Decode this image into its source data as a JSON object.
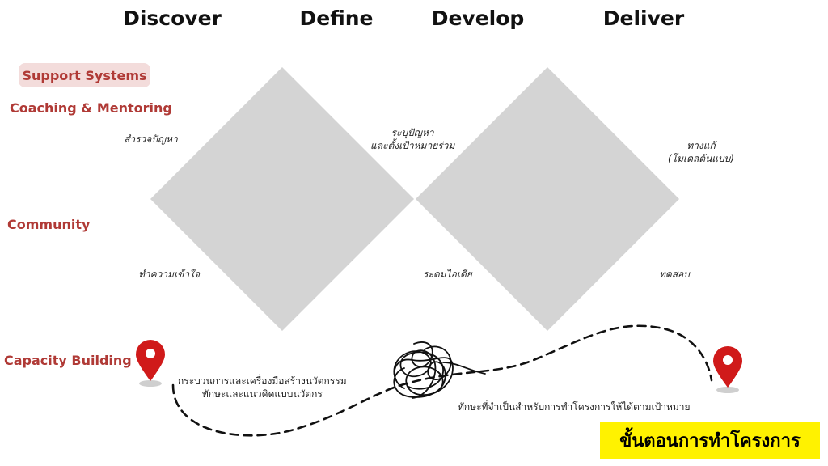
{
  "phases": [
    "Discover",
    "Define",
    "Develop",
    "Deliver"
  ],
  "support": {
    "badge": "Support Systems",
    "items": [
      "Coaching & Mentoring",
      "Community",
      "Capacity Building"
    ]
  },
  "notes": {
    "survey": "สำรวจปัญหา",
    "understand": "ทำความเข้าใจ",
    "define_line1": "ระบุปัญหา",
    "define_line2": "และตั้งเป้าหมายร่วม",
    "ideate": "ระดมไอเดีย",
    "solution_line1": "ทางแก้",
    "solution_line2": "(โมเดลต้นแบบ)",
    "test": "ทดสอบ"
  },
  "captions": {
    "process_line1": "กระบวนการและเครื่องมือสร้างนวัตกรรม",
    "process_line2": "ทักษะและแนวคิดแบบนวัตกร",
    "skills": "ทักษะที่จำเป็นสำหรับการทำโครงการให้ได้ตามเป้าหมาย"
  },
  "title": "ขั้นตอนการทำโครงการ",
  "colors": {
    "accent": "#b03a36",
    "badge_bg": "#f3dcdb",
    "diamond": "#d4d4d4",
    "pin": "#d01a1a",
    "title_bg": "#fff200"
  },
  "icons": [
    "location-pin-icon",
    "location-pin-icon",
    "tangled-scribble-icon"
  ]
}
